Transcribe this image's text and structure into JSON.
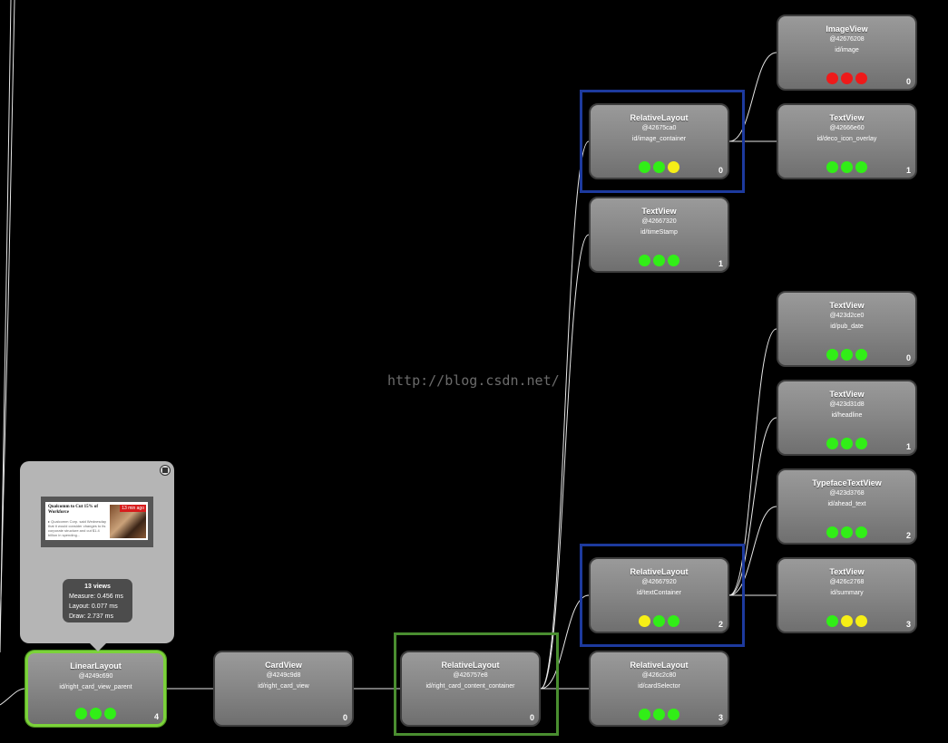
{
  "nodes": [
    {
      "key": "linear-layout",
      "name": "LinearLayout",
      "hash": "@4249c690",
      "id": "id/right_card_view_parent",
      "index": "4",
      "dots": [
        "green",
        "green",
        "green"
      ]
    },
    {
      "key": "card-view",
      "name": "CardView",
      "hash": "@4249c9d8",
      "id": "id/right_card_view",
      "index": "0",
      "dots": []
    },
    {
      "key": "relative-layout-content",
      "name": "RelativeLayout",
      "hash": "@426757e8",
      "id": "id/right_card_content_container",
      "index": "0",
      "dots": []
    },
    {
      "key": "relative-layout-image",
      "name": "RelativeLayout",
      "hash": "@42675ca0",
      "id": "id/image_container",
      "index": "0",
      "dots": [
        "green",
        "green",
        "yellow"
      ]
    },
    {
      "key": "text-view-timestamp",
      "name": "TextView",
      "hash": "@42667320",
      "id": "id/timeStamp",
      "index": "1",
      "dots": [
        "green",
        "green",
        "green"
      ]
    },
    {
      "key": "relative-layout-text",
      "name": "RelativeLayout",
      "hash": "@42667920",
      "id": "id/textContainer",
      "index": "2",
      "dots": [
        "yellow",
        "green",
        "green"
      ]
    },
    {
      "key": "relative-layout-selector",
      "name": "RelativeLayout",
      "hash": "@426c2c80",
      "id": "id/cardSelector",
      "index": "3",
      "dots": [
        "green",
        "green",
        "green"
      ]
    },
    {
      "key": "image-view",
      "name": "ImageView",
      "hash": "@42676208",
      "id": "id/image",
      "index": "0",
      "dots": [
        "red",
        "red",
        "red"
      ]
    },
    {
      "key": "text-view-deco",
      "name": "TextView",
      "hash": "@42666e60",
      "id": "id/deco_icon_overlay",
      "index": "1",
      "dots": [
        "green",
        "green",
        "green"
      ]
    },
    {
      "key": "text-view-pubdate",
      "name": "TextView",
      "hash": "@423d2ce0",
      "id": "id/pub_date",
      "index": "0",
      "dots": [
        "green",
        "green",
        "green"
      ]
    },
    {
      "key": "text-view-headline",
      "name": "TextView",
      "hash": "@423d31d8",
      "id": "id/headline",
      "index": "1",
      "dots": [
        "green",
        "green",
        "green"
      ]
    },
    {
      "key": "typeface-text-view",
      "name": "TypefaceTextView",
      "hash": "@423d3768",
      "id": "id/ahead_text",
      "index": "2",
      "dots": [
        "green",
        "green",
        "green"
      ]
    },
    {
      "key": "text-view-summary",
      "name": "TextView",
      "hash": "@426c2768",
      "id": "id/summary",
      "index": "3",
      "dots": [
        "green",
        "yellow",
        "yellow"
      ]
    }
  ],
  "tooltip": {
    "preview": {
      "headline": "Qualcomm to Cut 15% of Workforce",
      "body": "▸ Qualcomm Corp. said Wednesday that it would consider changes to its corporate structure and cut $1.4 billion in spending...",
      "badge": "13 min ago"
    },
    "stats": {
      "views": "13 views",
      "measure": "Measure: 0.456 ms",
      "layout": "Layout: 0.077 ms",
      "draw": "Draw: 2.737 ms"
    }
  },
  "watermark": "http://blog.csdn.net/",
  "colors": {
    "background": "#000000",
    "selected": "#7bd23a",
    "highlight_blue": "#1d3a9e",
    "highlight_green": "#4a8e30"
  }
}
